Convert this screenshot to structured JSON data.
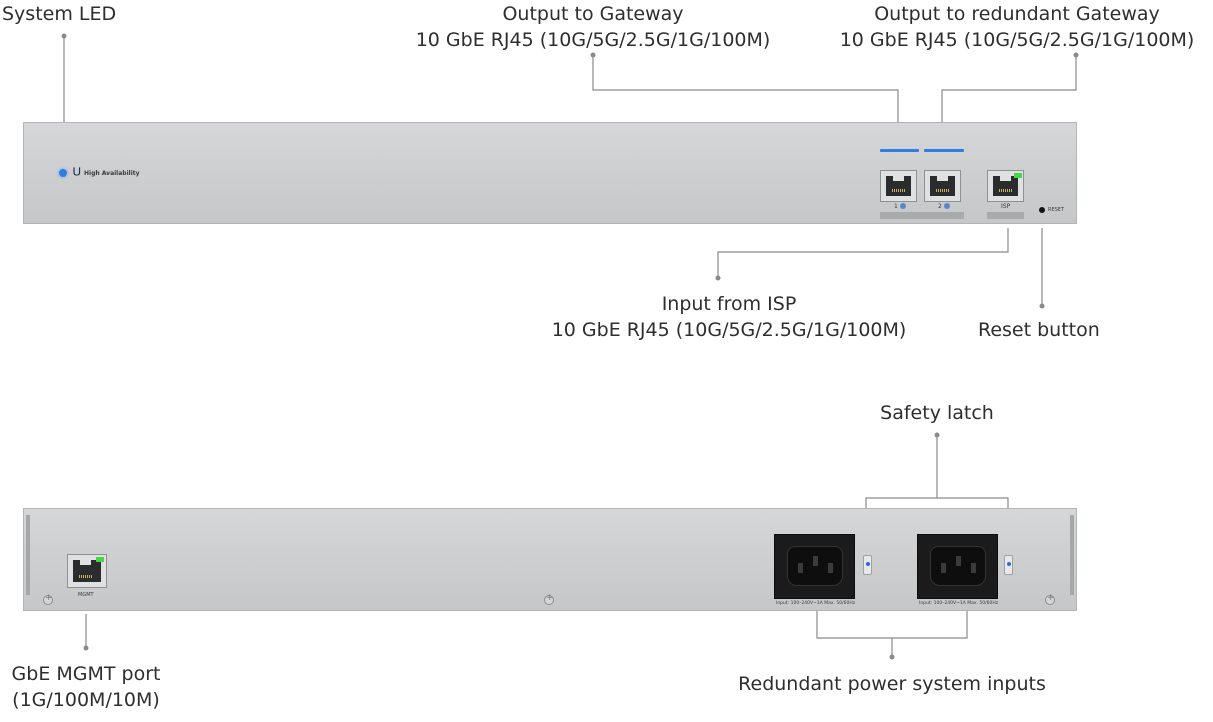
{
  "callouts": {
    "system_led": "System LED",
    "output_gateway_title": "Output to Gateway",
    "output_gateway_spec": "10 GbE RJ45 (10G/5G/2.5G/1G/100M)",
    "output_redundant_title": "Output to redundant Gateway",
    "output_redundant_spec": "10 GbE RJ45 (10G/5G/2.5G/1G/100M)",
    "input_isp_title": "Input from ISP",
    "input_isp_spec": "10 GbE RJ45 (10G/5G/2.5G/1G/100M)",
    "reset_button": "Reset button",
    "safety_latch": "Safety latch",
    "mgmt_port_title": "GbE MGMT port",
    "mgmt_port_spec": "(1G/100M/10M)",
    "power_inputs": "Redundant power system inputs"
  },
  "front_panel": {
    "brand_text": "High Availability",
    "port1_label": "1",
    "port2_label": "2",
    "isp_label": "ISP",
    "reset_label": "RESET"
  },
  "back_panel": {
    "mgmt_label": "MGMT",
    "power_rating_1": "Input: 100–240V~1A Max. 50/60Hz",
    "power_rating_2": "Input: 100–240V~1A Max. 50/60Hz"
  },
  "colors": {
    "led_blue": "#2f7fe0",
    "link_green": "#48d648",
    "leader_line": "#8a8a8a"
  }
}
